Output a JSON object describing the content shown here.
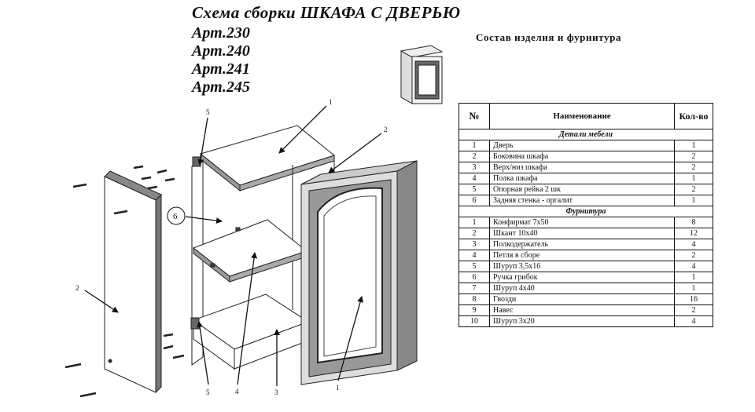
{
  "header": {
    "title": "Схема сборки ШКАФА С ДВЕРЬЮ",
    "articles": [
      "Арт.230",
      "Арт.240",
      "Арт.241",
      "Арт.245"
    ]
  },
  "spec": {
    "title": "Состав изделия и фурнитура",
    "columns": {
      "num": "№",
      "name": "Наименование",
      "qty": "Кол-во"
    },
    "sections": [
      {
        "title": "Детали мебели",
        "rows": [
          {
            "num": "1",
            "name": "Дверь",
            "qty": "1"
          },
          {
            "num": "2",
            "name": "Боковина шкафа",
            "qty": "2"
          },
          {
            "num": "3",
            "name": "Верх/низ шкафа",
            "qty": "2"
          },
          {
            "num": "4",
            "name": "Полка шкафа",
            "qty": "1"
          },
          {
            "num": "5",
            "name": "Опорная рейка 2 шк",
            "qty": "2"
          },
          {
            "num": "6",
            "name": "Задняя стенка - оргалит",
            "qty": "1"
          }
        ]
      },
      {
        "title": "Фурнитура",
        "rows": [
          {
            "num": "1",
            "name": "Конфирмат 7х50",
            "qty": "8"
          },
          {
            "num": "2",
            "name": "Шкант 10х40",
            "qty": "12"
          },
          {
            "num": "3",
            "name": "Полкодержатель",
            "qty": "4"
          },
          {
            "num": "4",
            "name": "Петля в сборе",
            "qty": "2"
          },
          {
            "num": "5",
            "name": "Шуруп 3,5х16",
            "qty": "4"
          },
          {
            "num": "6",
            "name": "Ручка грибок",
            "qty": "1"
          },
          {
            "num": "7",
            "name": "Шуруп 4х40",
            "qty": "1"
          },
          {
            "num": "8",
            "name": "Гвозди",
            "qty": "16"
          },
          {
            "num": "9",
            "name": "Навес",
            "qty": "2"
          },
          {
            "num": "10",
            "name": "Шуруп 3х20",
            "qty": "4"
          }
        ]
      }
    ]
  },
  "callouts": {
    "c1_top": "1",
    "c2_right": "2",
    "c5_top": "5",
    "c6": "6",
    "c2_left": "2",
    "c1_door": "1",
    "c5_bottom": "5",
    "c4": "4",
    "c3": "3"
  }
}
